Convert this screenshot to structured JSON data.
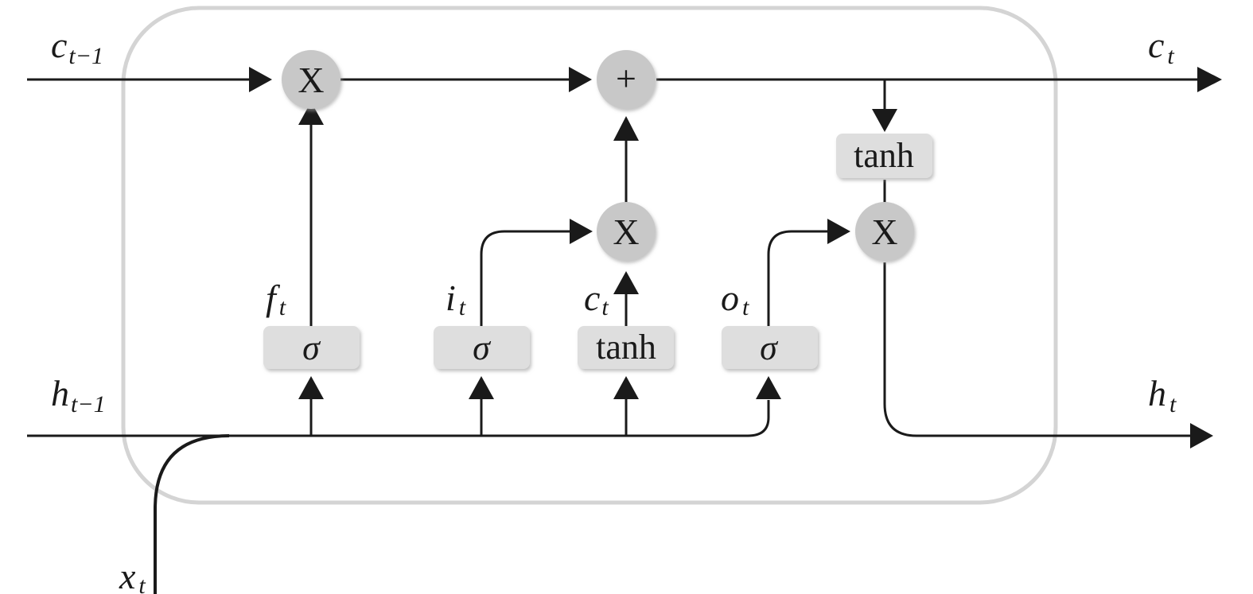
{
  "cell": {
    "inputs": {
      "cell_prev": {
        "main": "c",
        "sub": "t−1"
      },
      "hidden_prev": {
        "main": "h",
        "sub": "t−1"
      },
      "x": {
        "main": "x",
        "sub": "t"
      }
    },
    "outputs": {
      "cell": {
        "main": "c",
        "sub": "t"
      },
      "hidden": {
        "main": "h",
        "sub": "t"
      }
    },
    "gates": {
      "forget": {
        "label": "σ",
        "var_main": "f",
        "var_sub": "t"
      },
      "input": {
        "label": "σ",
        "var_main": "i",
        "var_sub": "t"
      },
      "candidate": {
        "label": "tanh",
        "var_main": "c",
        "var_sub": "t"
      },
      "output": {
        "label": "σ",
        "var_main": "o",
        "var_sub": "t"
      },
      "cell_activation": {
        "label": "tanh"
      }
    },
    "ops": {
      "forget_mult": "X",
      "cell_add": "+",
      "input_mult": "X",
      "output_mult": "X"
    }
  }
}
